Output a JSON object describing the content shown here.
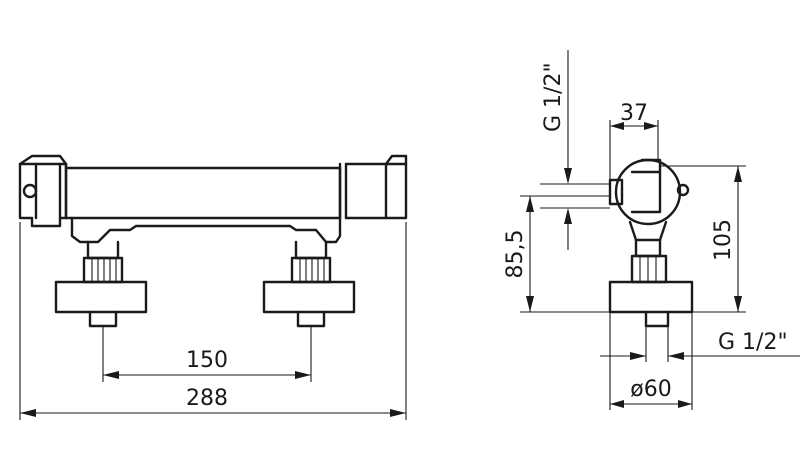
{
  "front_view": {
    "dim_inlet_spacing": "150",
    "dim_total_width": "288"
  },
  "side_view": {
    "dim_thread_top": "G 1/2\"",
    "dim_body_depth": "37",
    "dim_height_total": "105",
    "dim_height_axis": "85,5",
    "dim_thread_bottom": "G 1/2\"",
    "dim_diameter": "ø60"
  }
}
